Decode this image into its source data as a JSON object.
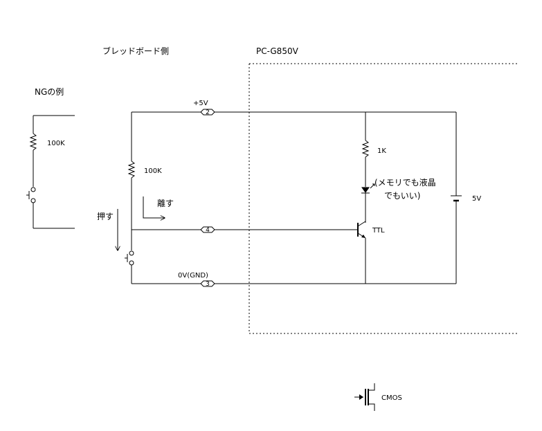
{
  "labels": {
    "breadboard_side": "ブレッドボード側",
    "pc_model": "PC-G850V",
    "ng_example": "NGの例",
    "plus5v": "+5V",
    "gnd": "0V(GND)",
    "r_ng": "100K",
    "r_pullup": "100K",
    "r_led": "1K",
    "transistor": "TTL",
    "supply": "5V",
    "press": "押す",
    "release": "離す",
    "led_note_line1": "(メモリでも液晶",
    "led_note_line2": "でもいい)",
    "cmos": "CMOS"
  },
  "pins": {
    "vcc": "2",
    "signal": "4",
    "ground": "3"
  }
}
